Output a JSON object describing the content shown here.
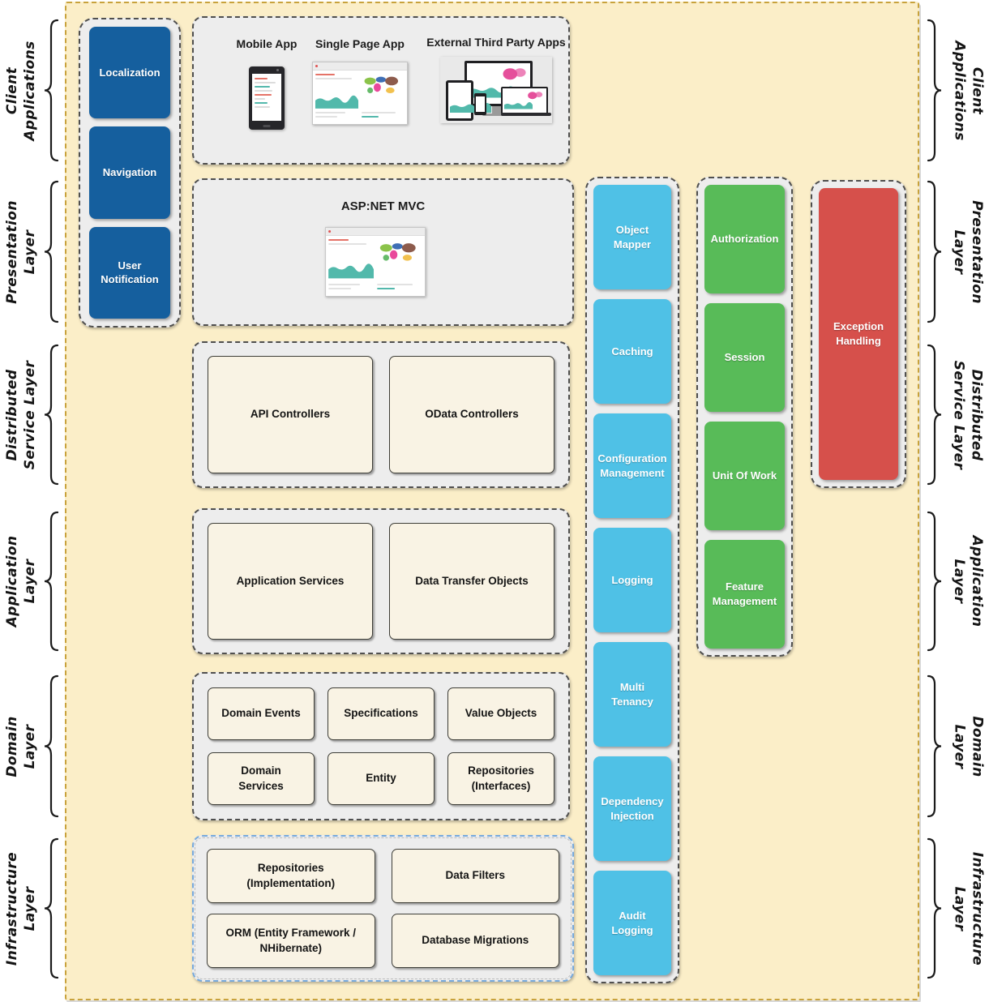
{
  "palette": {
    "canvas_bg": "#FBEEC8",
    "canvas_border": "#C8A23C",
    "panel_bg": "#EDEDED",
    "panel_border": "#4F4F4F",
    "infrastructure_panel_border": "#76A9DD",
    "dark_blue": "#155F9E",
    "light_blue": "#4FC1E6",
    "green": "#58BB58",
    "red": "#D6504B",
    "cream_box": "#F9F3E4"
  },
  "layers": [
    {
      "id": "client-applications",
      "line1": "Client",
      "line2": "Applications"
    },
    {
      "id": "presentation-layer",
      "line1": "Presentation",
      "line2": "Layer"
    },
    {
      "id": "distributed-service-layer",
      "line1": "Distributed",
      "line2": "Service Layer"
    },
    {
      "id": "application-layer",
      "line1": "Application",
      "line2": "Layer"
    },
    {
      "id": "domain-layer",
      "line1": "Domain",
      "line2": "Layer"
    },
    {
      "id": "infrastructure-layer",
      "line1": "Infrastructure",
      "line2": "Layer"
    }
  ],
  "sidebar": {
    "items": [
      "Localization",
      "Navigation",
      "User Notification"
    ]
  },
  "client_apps": {
    "apps": [
      "Mobile App",
      "Single Page App",
      "External Third Party Apps"
    ]
  },
  "presentation": {
    "title": "ASP:NET MVC"
  },
  "distributed_service": {
    "boxes": [
      "API Controllers",
      "OData Controllers"
    ]
  },
  "application_layer": {
    "boxes": [
      "Application Services",
      "Data Transfer Objects"
    ]
  },
  "domain_layer": {
    "boxes": [
      "Domain Events",
      "Specifications",
      "Value Objects",
      "Domain Services",
      "Entity",
      "Repositories (Interfaces)"
    ]
  },
  "infrastructure_layer": {
    "boxes": [
      "Repositories (Implementation)",
      "Data Filters",
      "ORM (Entity Framework / NHibernate)",
      "Database Migrations"
    ]
  },
  "cross_cutting": {
    "framework_boxes": [
      "Object Mapper",
      "Caching",
      "Configuration Management",
      "Logging",
      "Multi Tenancy",
      "Dependency Injection",
      "Audit Logging"
    ],
    "security_boxes": [
      "Authorization",
      "Session",
      "Unit Of Work",
      "Feature Management"
    ],
    "error_boxes": [
      "Exception Handling"
    ]
  }
}
